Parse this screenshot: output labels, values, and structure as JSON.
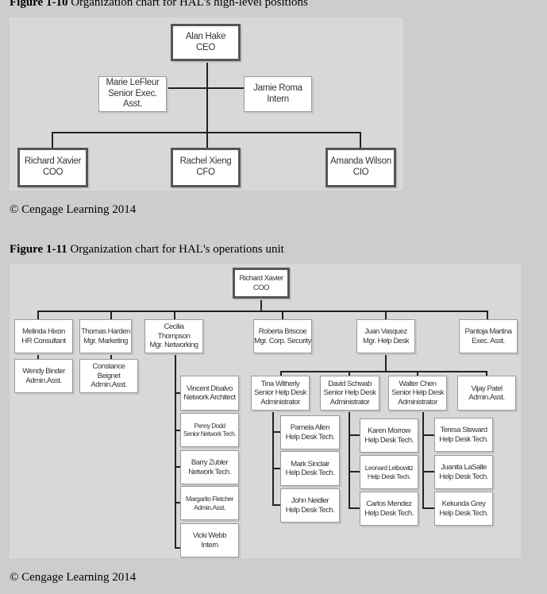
{
  "figure1": {
    "label": "Figure 1-10",
    "title": "Organization chart for HAL's high-level positions",
    "ceo": {
      "name": "Alan Hake",
      "title": "CEO"
    },
    "assistant": {
      "name": "Marie LeFleur",
      "title": "Senior Exec. Asst."
    },
    "intern": {
      "name": "Jamie Roma",
      "title": "Intern"
    },
    "coo": {
      "name": "Richard Xavier",
      "title": "COO"
    },
    "cfo": {
      "name": "Rachel Xieng",
      "title": "CFO"
    },
    "cio": {
      "name": "Amanda Wilson",
      "title": "CIO"
    },
    "credit": "© Cengage Learning 2014"
  },
  "figure2": {
    "label": "Figure 1-11",
    "title": "Organization chart for HAL's operations unit",
    "coo": {
      "name": "Richard Xavier",
      "title": "COO"
    },
    "hr": {
      "name": "Melinda Hixon",
      "title": "HR Consultant"
    },
    "hr_asst": {
      "name": "Wendy Binder",
      "title": "Admin.Asst."
    },
    "marketing": {
      "name": "Thomas Harden",
      "title": "Mgr. Marketing"
    },
    "mkt_asst": {
      "name": "Constance Beignet",
      "title": "Admin.Asst."
    },
    "networking": {
      "name": "Cecilia Thompson",
      "title": "Mgr. Networking"
    },
    "net_staff": [
      {
        "name": "Vincent Disalvo",
        "title": "Network Architect"
      },
      {
        "name": "Penny Dodd",
        "title": "Senior Network Tech."
      },
      {
        "name": "Barry Zubler",
        "title": "Network Tech."
      },
      {
        "name": "Margarito Fletcher",
        "title": "Admin.Asst."
      },
      {
        "name": "Vicki Webb",
        "title": "Intern"
      }
    ],
    "security": {
      "name": "Roberta Briscoe",
      "title": "Mgr. Corp. Security"
    },
    "helpdesk": {
      "name": "Juan Vasquez",
      "title": "Mgr. Help Desk"
    },
    "exec_asst": {
      "name": "Pantoja Martina",
      "title": "Exec. Asst."
    },
    "hd_admins": [
      {
        "name": "Tina Witherly",
        "title": "Senior Help Desk Administrator"
      },
      {
        "name": "David Schwab",
        "title": "Senior Help Desk Administrator"
      },
      {
        "name": "Walter Chen",
        "title": "Senior Help Desk Administrator"
      }
    ],
    "hd_asst": {
      "name": "Vijay Patel",
      "title": "Admin.Asst."
    },
    "tina_techs": [
      {
        "name": "Pamela Allen",
        "title": "Help Desk Tech."
      },
      {
        "name": "Mark Sinclair",
        "title": "Help Desk Tech."
      },
      {
        "name": "John Neidler",
        "title": "Help Desk Tech."
      }
    ],
    "david_techs": [
      {
        "name": "Karen Morrow",
        "title": "Help Desk Tech."
      },
      {
        "name": "Leonard Leibowitz",
        "title": "Help Desk Tech."
      },
      {
        "name": "Carlos Mendez",
        "title": "Help Desk Tech."
      }
    ],
    "walter_techs": [
      {
        "name": "Teresa Steward",
        "title": "Help Desk Tech."
      },
      {
        "name": "Juanita LaSalle",
        "title": "Help Desk Tech."
      },
      {
        "name": "Kekunda Grey",
        "title": "Help Desk Tech."
      }
    ],
    "credit": "© Cengage Learning 2014"
  }
}
